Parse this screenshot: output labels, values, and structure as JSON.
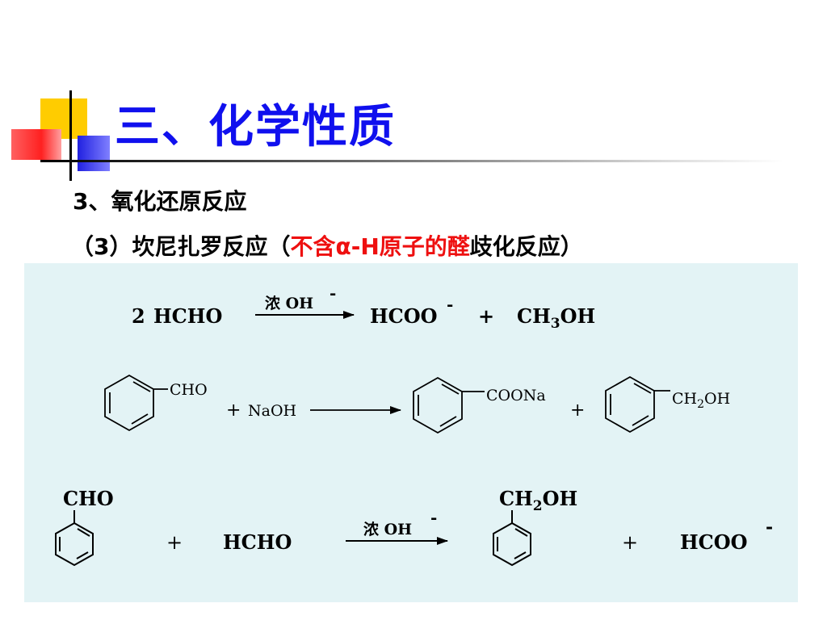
{
  "slide": {
    "title": "三、化学性质",
    "heading": "3、氧化还原反应",
    "subheading_prefix": "（3）坎尼扎罗反应（",
    "subheading_red": "不含α-H原子的醛",
    "subheading_suffix": "歧化反应）"
  },
  "reactions": {
    "r1": {
      "coef": "2",
      "reactant": "HCHO",
      "condition": "浓 OH",
      "condition_sup": "-",
      "product1": "HCOO",
      "product1_sup": "-",
      "plus": "+",
      "product2_a": "CH",
      "product2_sub": "3",
      "product2_b": "OH"
    },
    "r2": {
      "sub1": "CHO",
      "plus1": "+",
      "reagent": "NaOH",
      "sub2": "COONa",
      "plus2": "+",
      "sub3_a": "CH",
      "sub3_sub": "2",
      "sub3_b": "OH"
    },
    "r3": {
      "sub1": "CHO",
      "plus1": "+",
      "reactant2": "HCHO",
      "condition": "浓 OH",
      "condition_sup": "-",
      "sub2_a": "CH",
      "sub2_sub": "2",
      "sub2_b": "OH",
      "plus2": "+",
      "product2": "HCOO",
      "product2_sup": "-"
    }
  }
}
